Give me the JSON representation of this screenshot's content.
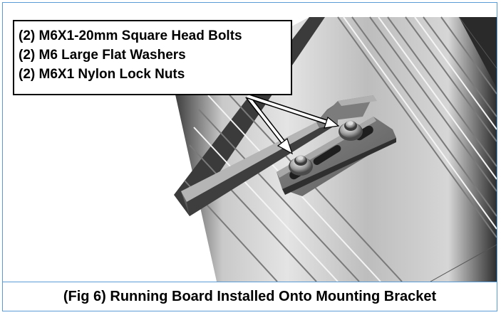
{
  "callout": {
    "lines": [
      "(2) M6X1-20mm Square Head Bolts",
      "(2) M6 Large Flat Washers",
      "(2) M6X1 Nylon Lock Nuts"
    ]
  },
  "caption": "(Fig 6) Running Board Installed Onto Mounting Bracket",
  "colors": {
    "frame_border": "#5b9bd5",
    "metal_light": "#d9d9d9",
    "metal_dark": "#2b2b2b",
    "arrow": "#ffffff"
  }
}
